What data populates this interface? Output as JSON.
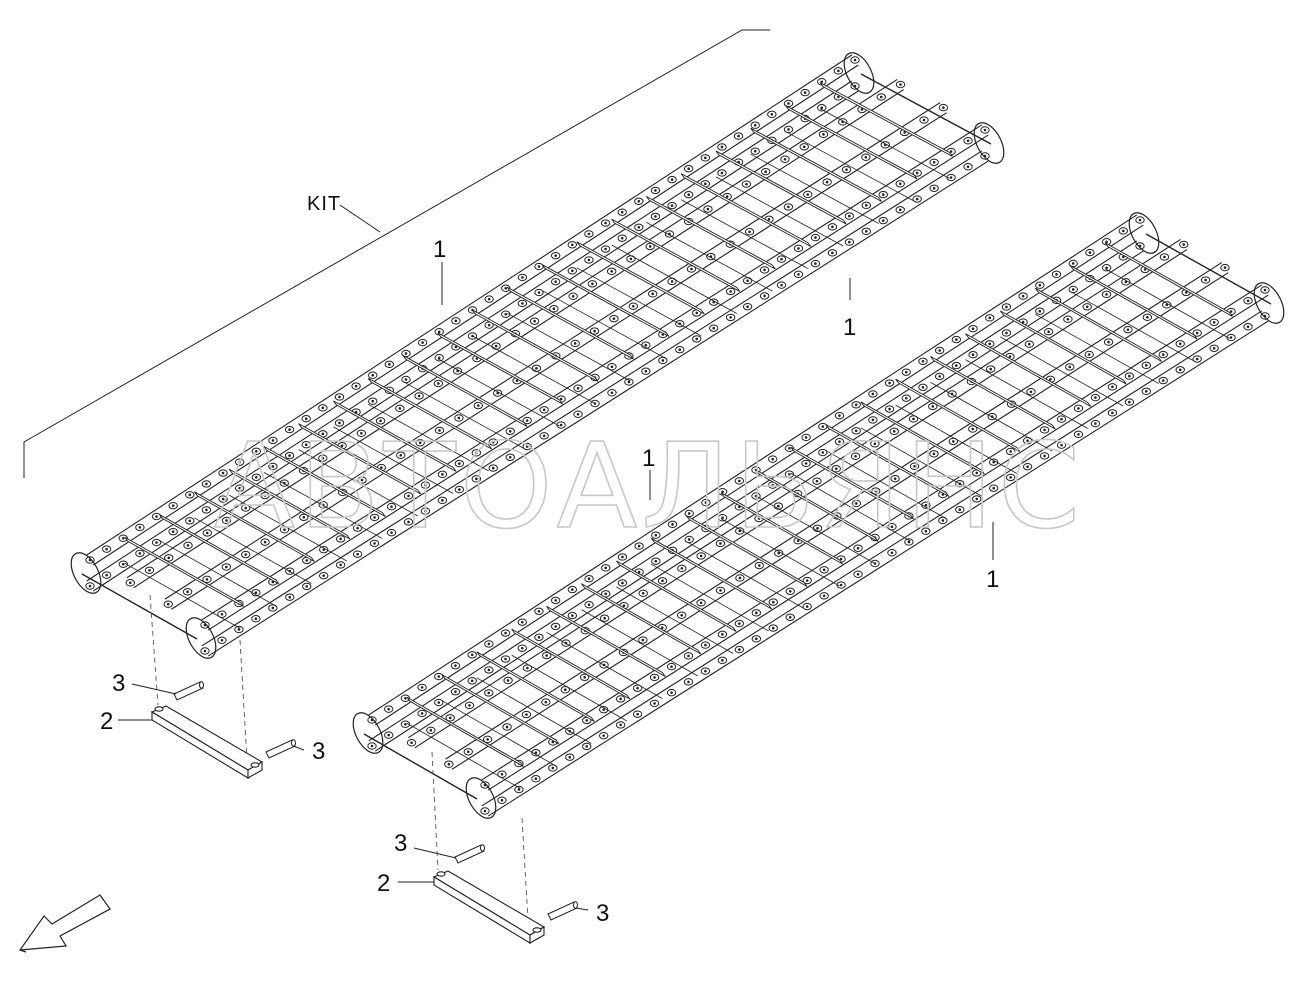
{
  "kit_label": "KIT",
  "watermark": "АВТОАЛЬЯНС",
  "callouts": {
    "c1a": "1",
    "c1b": "1",
    "c1c": "1",
    "c1d": "1",
    "c2a": "2",
    "c2b": "2",
    "c3a": "3",
    "c3b": "3",
    "c3c": "3",
    "c3d": "3"
  },
  "colors": {
    "line": "#222222",
    "watermark": "#c8c8c8",
    "background": "#ffffff"
  },
  "icons": {
    "direction": "arrow-down-left-icon"
  }
}
